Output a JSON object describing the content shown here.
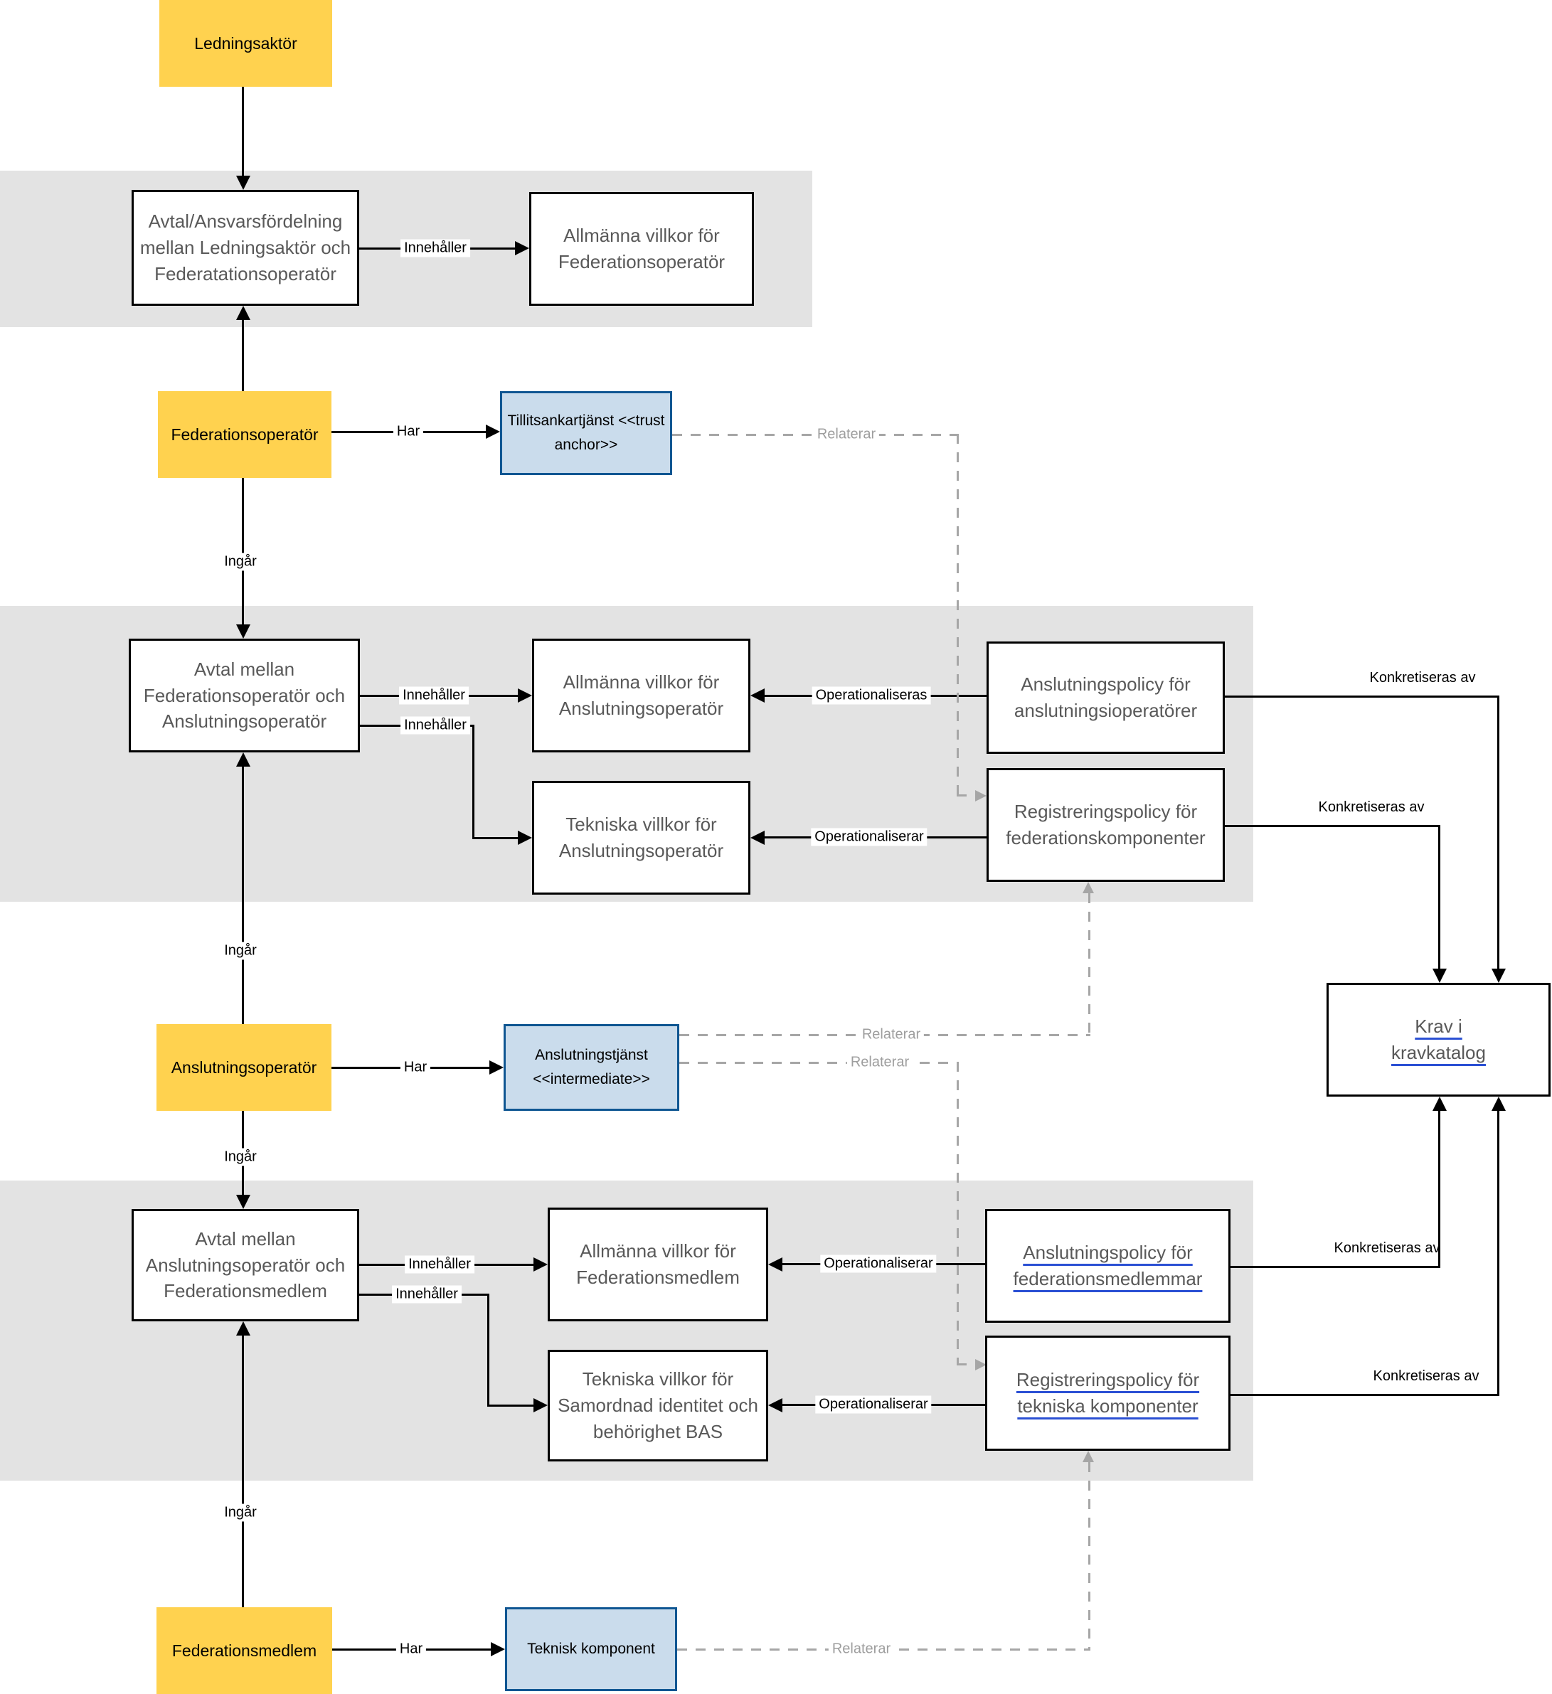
{
  "colors": {
    "band_background": "#e3e3e3",
    "actor_fill": "#ffd24f",
    "service_fill": "#cadcec",
    "service_border": "#0f5692",
    "box_border": "#000000",
    "box_text": "#595959",
    "link_underline": "#2b50d4",
    "dashed_connector": "#a6a6a6",
    "relaterar_text": "#9e9e9e"
  },
  "nodes": {
    "ledningsaktor": {
      "label": "Ledningsaktör"
    },
    "avtal_ledning": {
      "label": "Avtal/Ansvarsfördelning mellan Ledningsaktör och Federatationsoperatör"
    },
    "villkor_federationsoperator": {
      "label": "Allmänna villkor för Federationsoperatör"
    },
    "federationsoperator": {
      "label": "Federationsoperatör"
    },
    "tillitsankartjanst": {
      "label": "Tillitsankartjänst <<trust anchor>>"
    },
    "avtal_federationsoperator": {
      "label": "Avtal mellan Federationsoperatör och Anslutningsoperatör"
    },
    "villkor_anslutningsoperator": {
      "label": "Allmänna villkor för Anslutningsoperatör"
    },
    "tekniska_villkor_anslutningsoperator": {
      "label": "Tekniska villkor för Anslutningsoperatör"
    },
    "policy_anslutningsoperatorer": {
      "label": "Anslutningspolicy för anslutningsioperatörer"
    },
    "reg_federationskomponenter": {
      "label": "Registreringspolicy för federationskomponenter"
    },
    "krav_i_kravkatalog": {
      "label": "Krav i kravkatalog"
    },
    "anslutningsoperator": {
      "label": "Anslutningsoperatör"
    },
    "anslutningstjanst": {
      "label": "Anslutningstjänst <<intermediate>>"
    },
    "avtal_anslutningsoperator": {
      "label": "Avtal mellan Anslutningsoperatör och Federationsmedlem"
    },
    "villkor_federationsmedlem": {
      "label": "Allmänna villkor för Federationsmedlem"
    },
    "tekniska_villkor_bas": {
      "label": "Tekniska villkor för Samordnad identitet och behörighet BAS"
    },
    "policy_federationsmedlemmar": {
      "label": "Anslutningspolicy för federationsmedlemmar"
    },
    "reg_tekniska_komponenter": {
      "label": "Registreringspolicy för tekniska komponenter"
    },
    "federationsmedlem": {
      "label": "Federationsmedlem"
    },
    "teknisk_komponent": {
      "label": "Teknisk komponent"
    }
  },
  "edge_labels": {
    "har": "Har",
    "ingar": "Ingår",
    "innehaller": "Innehåller",
    "operationaliseras": "Operationaliseras",
    "operationaliserar": "Operationaliserar",
    "konkretiseras_av": "Konkretiseras av",
    "relaterar": "Relaterar"
  }
}
